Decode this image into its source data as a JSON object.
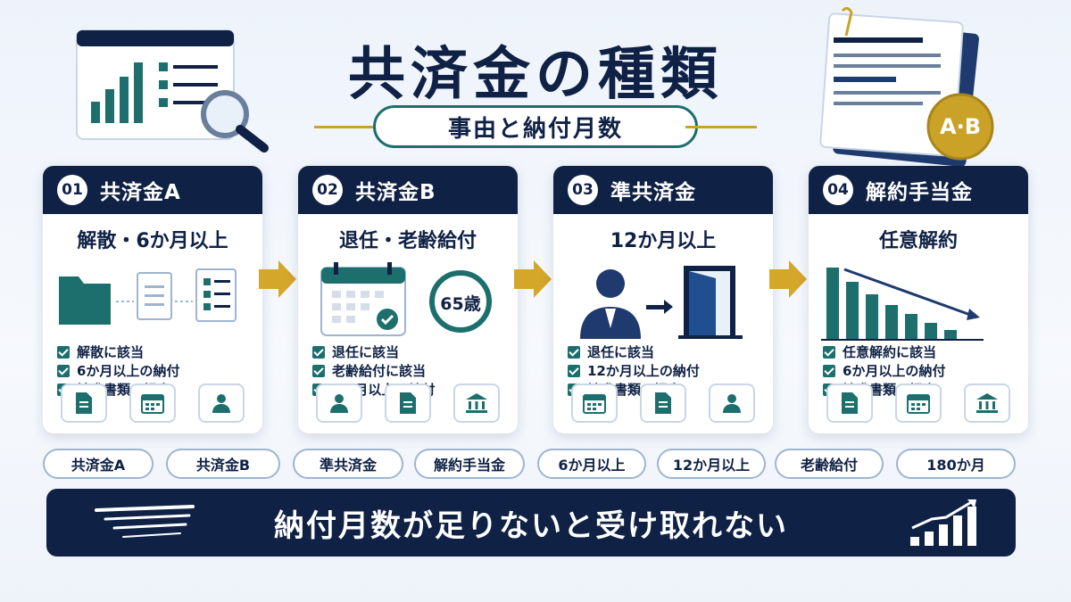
{
  "header": {
    "title": "共済金の種類",
    "subtitle": "事由と納付月数",
    "badge": "A·B"
  },
  "colors": {
    "navy": "#0f2145",
    "teal": "#1c6f6c",
    "gold": "#c9a227"
  },
  "cards": [
    {
      "num": "01",
      "title": "共済金A",
      "sub": "解散・6か月以上",
      "checks": [
        "解散に該当",
        "6か月以上の納付",
        "請求書類の提出"
      ],
      "icons": [
        "document-icon",
        "calendar-icon",
        "person-icon"
      ]
    },
    {
      "num": "02",
      "title": "共済金B",
      "sub": "退任・老齢給付",
      "age_badge": "65歳",
      "checks": [
        "退任に該当",
        "老齢給付に該当",
        "6か月以上の納付"
      ],
      "icons": [
        "person-icon",
        "document-icon",
        "bank-icon"
      ]
    },
    {
      "num": "03",
      "title": "準共済金",
      "sub": "12か月以上",
      "checks": [
        "退任に該当",
        "12か月以上の納付",
        "請求書類の提出"
      ],
      "icons": [
        "calendar-icon",
        "document-icon",
        "person-icon"
      ]
    },
    {
      "num": "04",
      "title": "解約手当金",
      "sub": "任意解約",
      "checks": [
        "任意解約に該当",
        "6か月以上の納付",
        "請求書類の提出"
      ],
      "icons": [
        "document-icon",
        "calendar-icon",
        "bank-icon"
      ]
    }
  ],
  "tags": [
    "共済金A",
    "共済金B",
    "準共済金",
    "解約手当金",
    "6か月以上",
    "12か月以上",
    "老齢給付",
    "180か月"
  ],
  "banner": {
    "text": "納付月数が足りないと受け取れない"
  }
}
